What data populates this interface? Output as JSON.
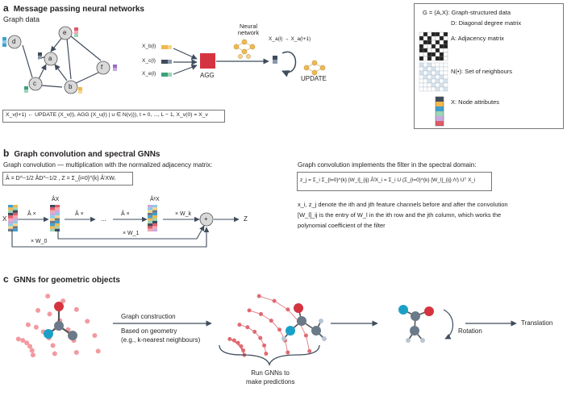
{
  "panel_a": {
    "letter": "a",
    "title": "Message passing neural networks",
    "graph_label": "Graph data",
    "nodes": [
      "a",
      "b",
      "c",
      "d",
      "e",
      "f"
    ],
    "inputs": [
      "X_b(l)",
      "X_c(l)",
      "X_e(l)"
    ],
    "nn_label": "Neural network",
    "agg_label": "AGG",
    "update_label": "UPDATE",
    "transition": "X_a(l) → X_a(l+1)",
    "formula": "X_v(l+1) ← UPDATE (X_v(l), AGG {X_u(l) | u ∈ N(v)}), t = 0, ..., L − 1, X_v(0) = X_v"
  },
  "legend": {
    "graph_def": "G = (A,X): Graph-structured data",
    "degree": "D: Diagonal degree matrix",
    "adjacency": "A: Adjacency matrix",
    "neighbours": "N(•): Set of neighbours",
    "attributes": "X: Node attributes"
  },
  "panel_b": {
    "letter": "b",
    "title": "Graph convolution and spectral GNNs",
    "left_desc": "Graph convolution — multiplication with the normalized adjacency matrix:",
    "left_formula": "Â = D^−1/2 ÂD^−1/2 , Z = Σ_{i=0}^{k} ÂⁱXWᵢ",
    "flow": {
      "x": "X",
      "ax": "ÂX",
      "akx": "ÂᵏX",
      "a_times": "Â ×",
      "ellipsis": "...",
      "w_k": "× W_k",
      "w_0": "× W_0",
      "w_1": "× W_1",
      "plus": "+",
      "z": "Z"
    },
    "right_desc": "Graph convolution implements the filter in the spectral domain:",
    "right_formula": "z_j = Σ_i Σ_{l=0}^{k} [W_l]_{ij} ÂˡX_i = Σ_i U (Σ_{l=0}^{k} [W_l]_{ij} Λˡ) Uᵀ X_i",
    "note1": "x_i, z_j denote the ith and jth feature channels before and after the convolution",
    "note2": "[W_l]_ij is the entry of W_l in the ith row and the jth column, which works the",
    "note3": "polynomial coefficient of the filter"
  },
  "panel_c": {
    "letter": "c",
    "title": "GNNs for geometric objects",
    "construction": "Graph construction",
    "based_on": "Based on geometry",
    "example": "(e.g., k-nearest neighbours)",
    "rotation": "Rotation",
    "translation": "Translation",
    "run1": "Run GNNs to",
    "run2": "make predictions"
  },
  "colors": {
    "agg": "#d4343f",
    "node_fill": "#d9d9d9",
    "edge": "#3f4c5c",
    "pink": "#f29aa0",
    "pink_edge": "#e06a72",
    "yellow": "#f2b84b",
    "teal": "#1aa0c8",
    "blue": "#4aa8d8"
  }
}
